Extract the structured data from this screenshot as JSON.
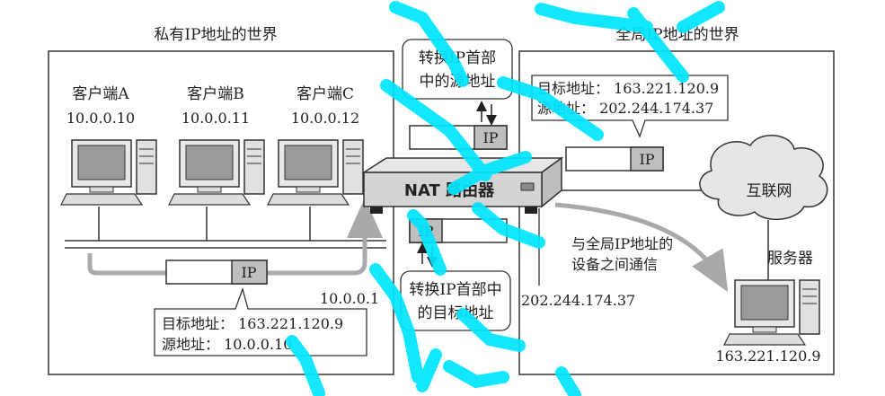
{
  "private_world": {
    "title": "私有IP地址的世界",
    "clients": [
      {
        "name": "客户端A",
        "ip": "10.0.0.10"
      },
      {
        "name": "客户端B",
        "ip": "10.0.0.11"
      },
      {
        "name": "客户端C",
        "ip": "10.0.0.12"
      }
    ],
    "packet_label": "IP",
    "packet_info": {
      "dest": "目标地址：  163.221.120.9",
      "src": "源地址：  10.0.0.10"
    },
    "router_lan_ip": "10.0.0.1"
  },
  "global_world": {
    "title": "全局IP地址的世界",
    "packet_label": "IP",
    "packet_info": {
      "dest": "目标地址：  163.221.120.9",
      "src": "源地址：  202.244.174.37"
    },
    "internet_label": "互联网",
    "server_label": "服务器",
    "server_ip": "163.221.120.9",
    "comm_note": [
      "与全局IP地址的",
      "设备之间通信"
    ],
    "router_wan_ip": "202.244.174.37"
  },
  "router": {
    "label": "NAT 路由器",
    "top_note": [
      "转换IP首部",
      "中的源地址"
    ],
    "bottom_note": [
      "转换IP首部中",
      "的目标地址"
    ],
    "top_packet_label": "IP",
    "bottom_packet_label": "IP"
  },
  "colors": {
    "stroke": "#333333",
    "packet_fill": "#bfbfbf",
    "arrow_gray": "#a9a9a9",
    "watermark": "#00e5ff"
  }
}
